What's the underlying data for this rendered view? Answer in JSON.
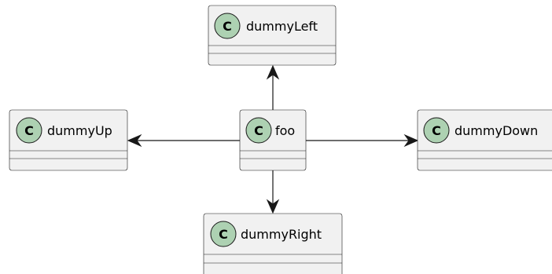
{
  "classes": [
    {
      "id": "dummyLeft",
      "stereotype": "C",
      "name": "dummyLeft"
    },
    {
      "id": "dummyUp",
      "stereotype": "C",
      "name": "dummyUp"
    },
    {
      "id": "foo",
      "stereotype": "C",
      "name": "foo"
    },
    {
      "id": "dummyDown",
      "stereotype": "C",
      "name": "dummyDown"
    },
    {
      "id": "dummyRight",
      "stereotype": "C",
      "name": "dummyRight"
    }
  ],
  "relations": [
    {
      "from": "foo",
      "to": "dummyLeft"
    },
    {
      "from": "foo",
      "to": "dummyUp"
    },
    {
      "from": "foo",
      "to": "dummyDown"
    },
    {
      "from": "foo",
      "to": "dummyRight"
    }
  ],
  "colors": {
    "class_fill": "#f1f1f1",
    "spot_fill": "#add1b2",
    "line": "#181818"
  }
}
